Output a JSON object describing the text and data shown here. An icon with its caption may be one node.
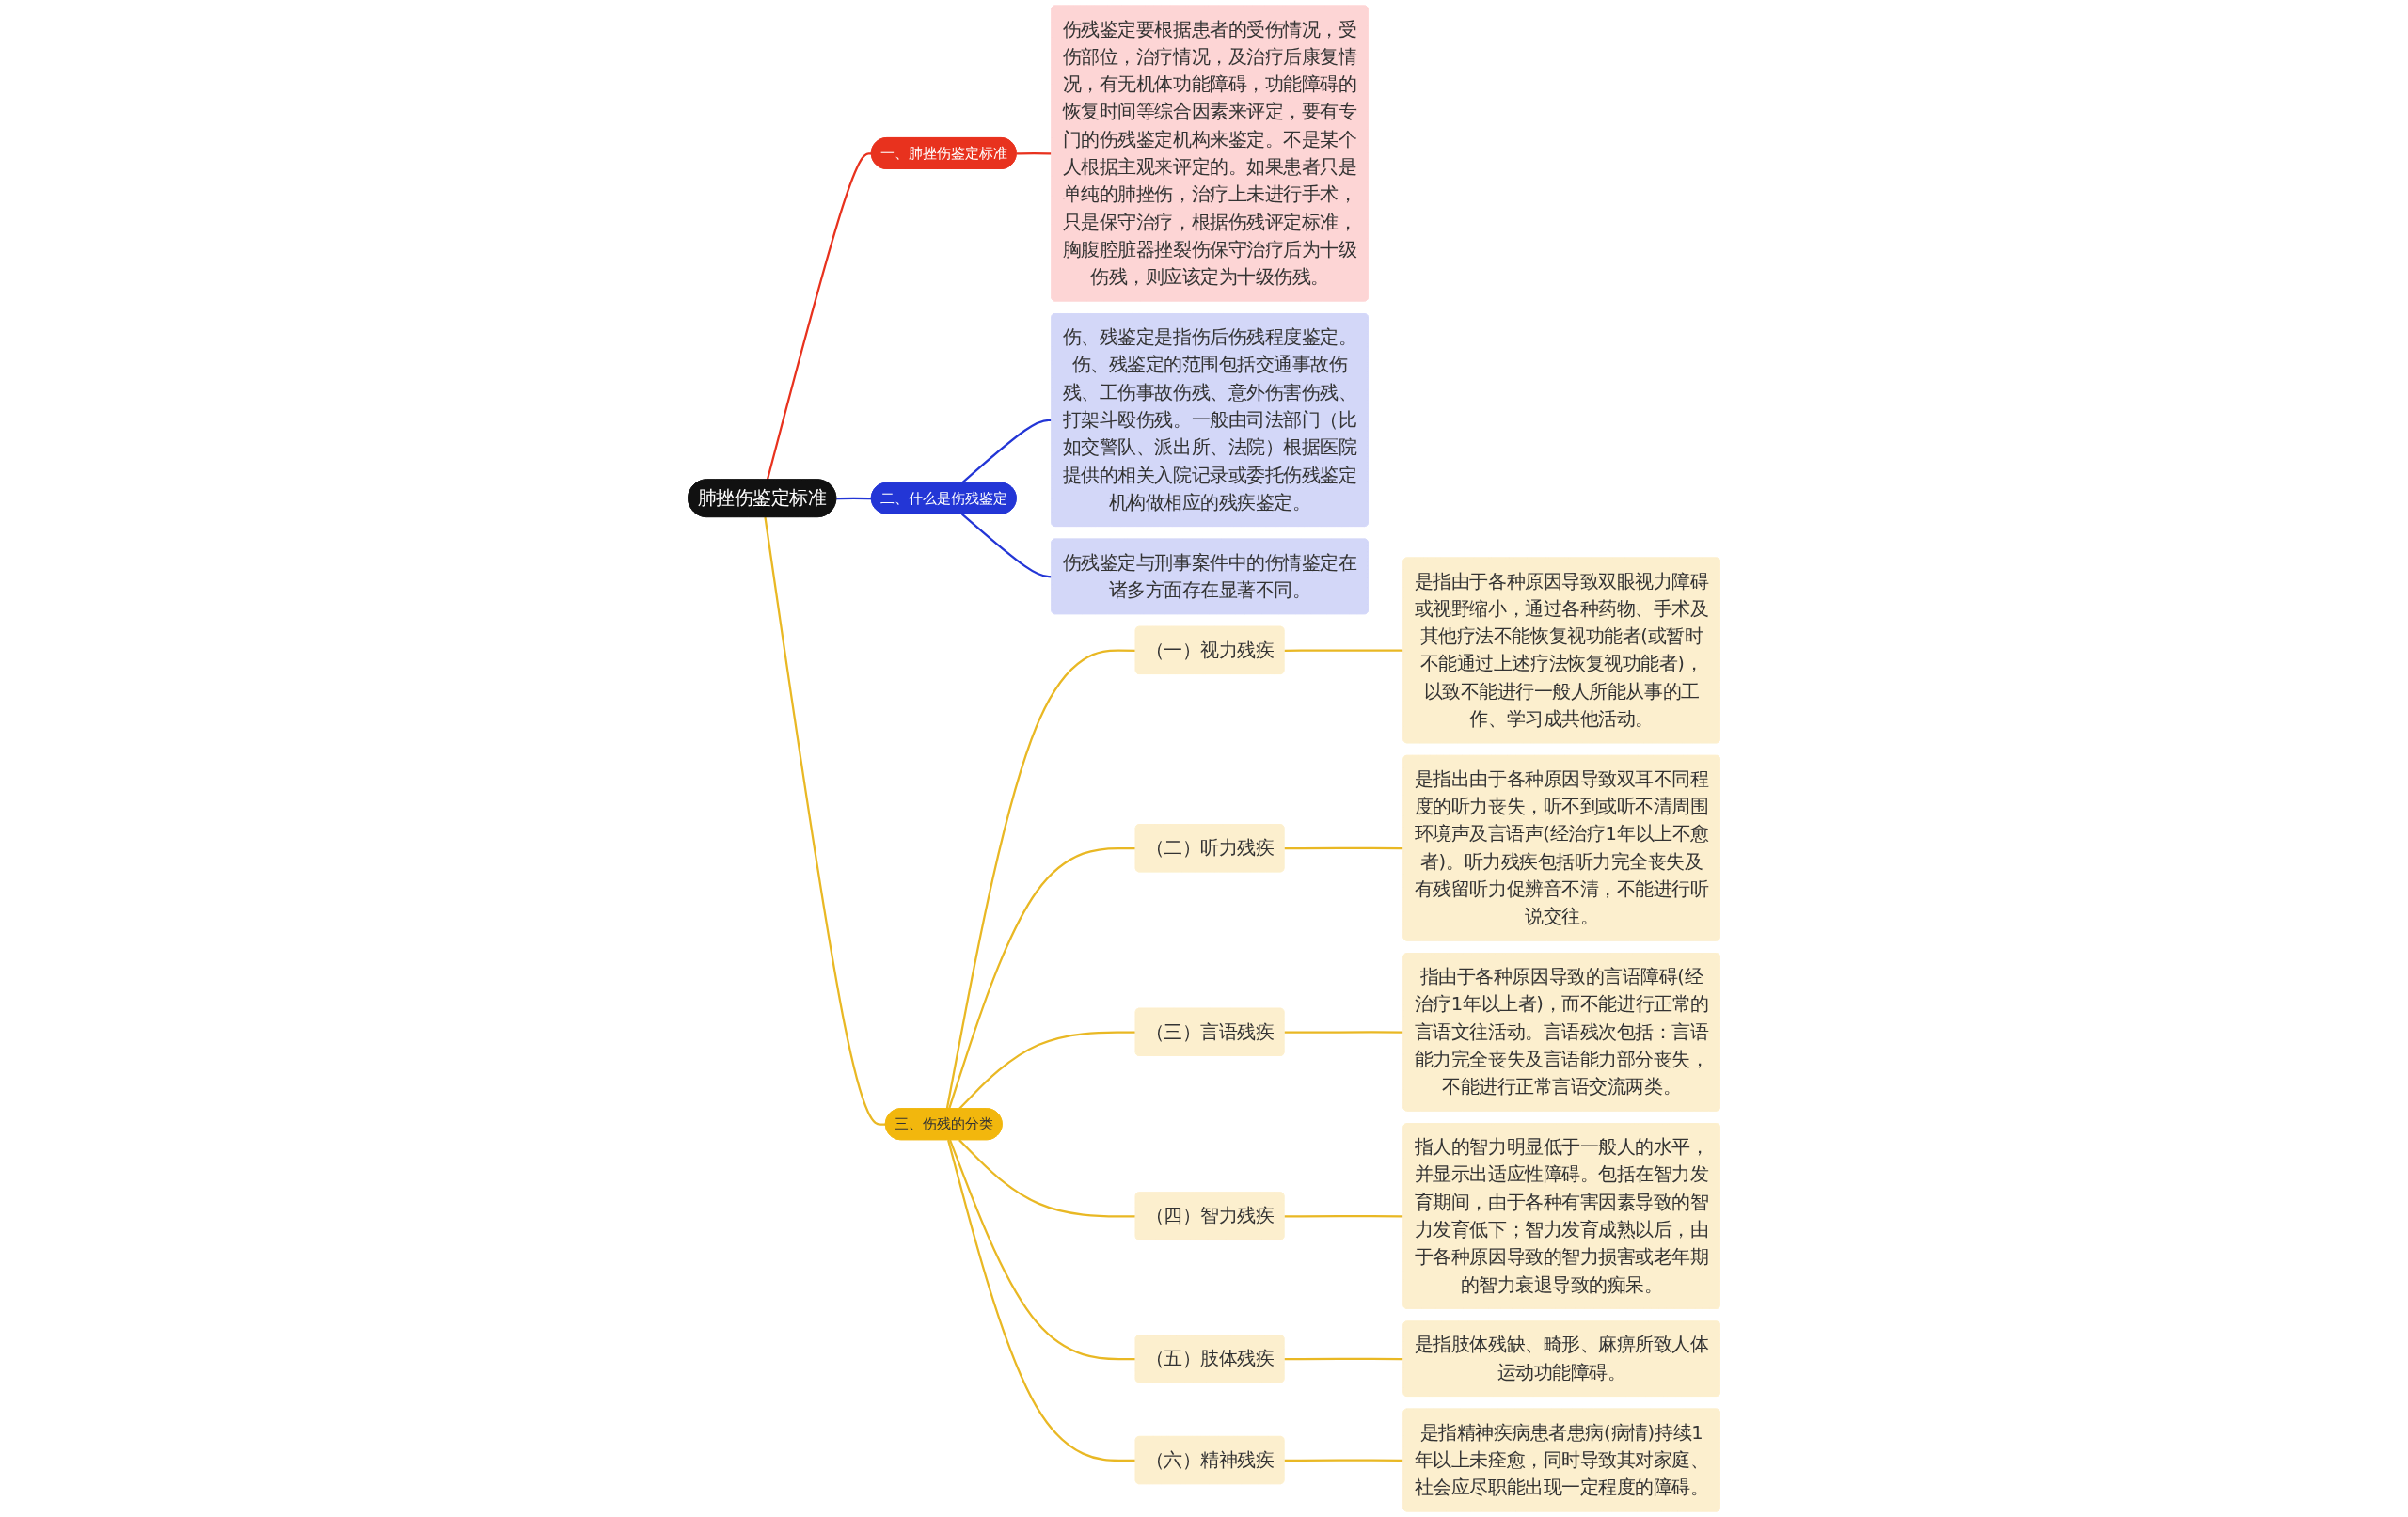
{
  "diagram": {
    "nodes": [
      {
        "text": [
          "肺挫伤鉴定标准"
        ]
      },
      {
        "text": [
          "一、肺挫伤鉴定标准"
        ]
      },
      {
        "text": [
          "伤残鉴定要根据患者的受伤情况，受伤部位，治疗情况，及治疗后康复情况，有无机体功能障碍，功能障碍的恢复时间等综合因素来评定，要有专门的伤残鉴定机构来鉴定。不是某个人根据主观来评定的。如果患者只是单纯的肺挫伤，治疗上未进行手术，只是保守治疗，根据伤残评定标准，胸腹腔脏器挫裂伤保守治疗后为十级伤残，则应该定为十级伤残。"
        ]
      },
      {
        "text": [
          "二、什么是伤残鉴定"
        ]
      },
      {
        "text": [
          "伤、残鉴定是指伤后伤残程度鉴定。伤、残鉴定的范围包括交通事故伤残、工伤事故伤残、意外伤害伤残、打架斗殴伤残。一般由司法部门（比如交警队、派出所、法院）根据医院提供的相关入院记录或委托伤残鉴定机构做相应的残疾鉴定。"
        ]
      },
      {
        "text": [
          "伤残鉴定与刑事案件中的伤情鉴定在诸多方面存在显著不同。"
        ]
      },
      {
        "text": [
          "三、伤残的分类"
        ]
      },
      {
        "text": [
          "（一）视力残疾"
        ]
      },
      {
        "text": [
          "是指由于各种原因导致双眼视力障碍或视野缩小，通过各种药物、手术及其他疗法不能恢复视功能者(或暂时不能通过上述疗法恢复视功能者)，以致不能进行一般人所能从事的工作、学习成共他活动。"
        ]
      },
      {
        "text": [
          "（二）听力残疾"
        ]
      },
      {
        "text": [
          "是指出由于各种原因导致双耳不同程度的听力丧失，听不到或听不清周围环境声及言语声(经治疗1年以上不愈者)。听力残疾包括听力完全丧失及有残留听力促辨音不清，不能进行听说交往。"
        ]
      },
      {
        "text": [
          "（三）言语残疾"
        ]
      },
      {
        "text": [
          "指由于各种原因导致的言语障碍(经治疗1年以上者)，而不能进行正常的言语文往活动。言语残次包括：言语能力完全丧失及言语能力部分丧失，不能进行正常言语交流两类。"
        ]
      },
      {
        "text": [
          "（四）智力残疾"
        ]
      },
      {
        "text": [
          "指人的智力明显低于一般人的水平，并显示出适应性障碍。包括在智力发育期间，由于各种有害因素导致的智力发育低下；智力发育成熟以后，由于各种原因导致的智力损害或老年期的智力衰退导致的痴呆。"
        ]
      },
      {
        "text": [
          "（五）肢体残疾"
        ]
      },
      {
        "text": [
          "是指肢体残缺、畸形、麻痹所致人体运动功能障碍。"
        ]
      },
      {
        "text": [
          "（六）精神残疾"
        ]
      },
      {
        "text": [
          "是指精神疾病患者患病(病情)持续1年以上未痊愈，同时导致其对家庭、社会应尽职能出现一定程度的障碍。"
        ]
      }
    ],
    "edges": [
      {
        "from": 0,
        "to": 1,
        "arrow": "none",
        "color": "#e8321e"
      },
      {
        "from": 1,
        "to": 2,
        "arrow": "none",
        "color": "#e8321e"
      },
      {
        "from": 0,
        "to": 3,
        "arrow": "none",
        "color": "#2336d6"
      },
      {
        "from": 3,
        "to": 4,
        "arrow": "none",
        "color": "#2336d6"
      },
      {
        "from": 3,
        "to": 5,
        "arrow": "none",
        "color": "#2336d6"
      },
      {
        "from": 0,
        "to": 6,
        "arrow": "none"
      },
      {
        "from": 6,
        "to": 7,
        "arrow": "none"
      },
      {
        "from": 7,
        "to": 8,
        "arrow": "none"
      },
      {
        "from": 6,
        "to": 9,
        "arrow": "none"
      },
      {
        "from": 9,
        "to": 10,
        "arrow": "none"
      },
      {
        "from": 6,
        "to": 11,
        "arrow": "none"
      },
      {
        "from": 11,
        "to": 12,
        "arrow": "none"
      },
      {
        "from": 6,
        "to": 13,
        "arrow": "none"
      },
      {
        "from": 13,
        "to": 14,
        "arrow": "none"
      },
      {
        "from": 6,
        "to": 15,
        "arrow": "none"
      },
      {
        "from": 15,
        "to": 16,
        "arrow": "none"
      },
      {
        "from": 6,
        "to": 17,
        "arrow": "none"
      },
      {
        "from": 17,
        "to": 18,
        "arrow": "none"
      }
    ]
  }
}
